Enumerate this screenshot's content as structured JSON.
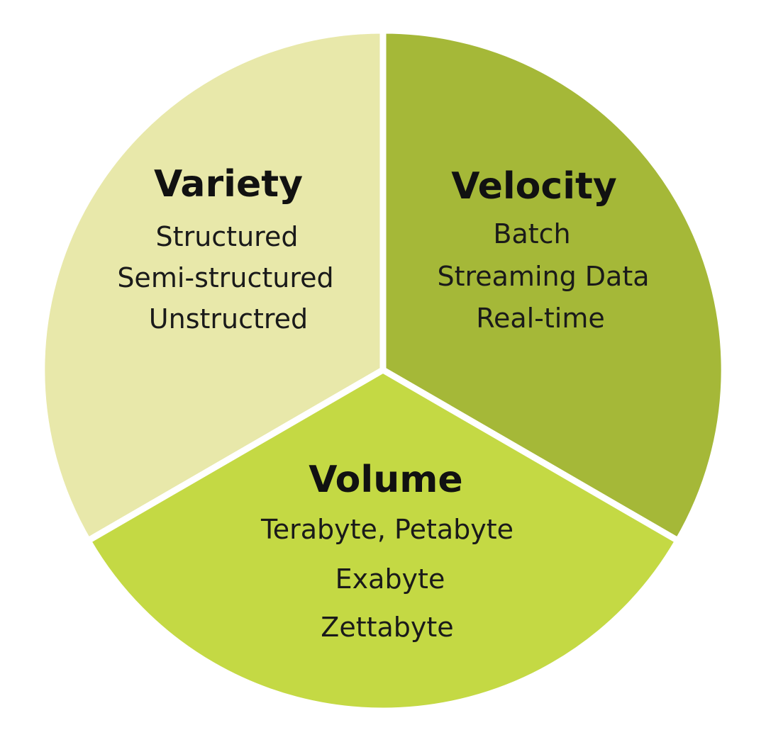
{
  "segments": [
    {
      "key": "variety",
      "title": "Variety",
      "items": [
        "Structured",
        "Semi-structured",
        "Unstructred"
      ],
      "color": "#e8e8aa"
    },
    {
      "key": "velocity",
      "title": "Velocity",
      "items": [
        "Batch",
        "Streaming Data",
        "Real-time"
      ],
      "color": "#a5b838"
    },
    {
      "key": "volume",
      "title": "Volume",
      "items": [
        "Terabyte, Petabyte",
        "Exabyte",
        "Zettabyte"
      ],
      "color": "#c4d944"
    }
  ]
}
